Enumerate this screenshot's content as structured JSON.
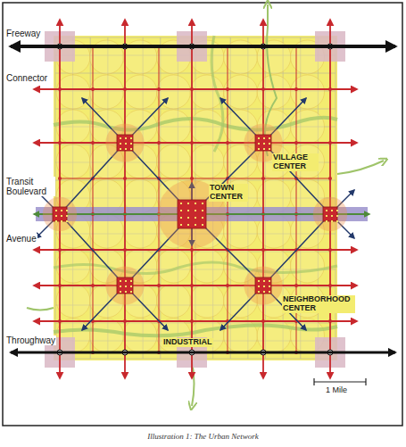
{
  "diagram": {
    "caption": "Illustration 1: The Urban Network",
    "labels": [
      "Freeway",
      "Connector",
      "Transit Boulevard",
      "Avenue",
      "Throughway",
      "VILLAGE CENTER",
      "TOWN CENTER",
      "NEIGHBORHOOD CENTER",
      "INDUSTRIAL",
      "1 Mile"
    ]
  }
}
